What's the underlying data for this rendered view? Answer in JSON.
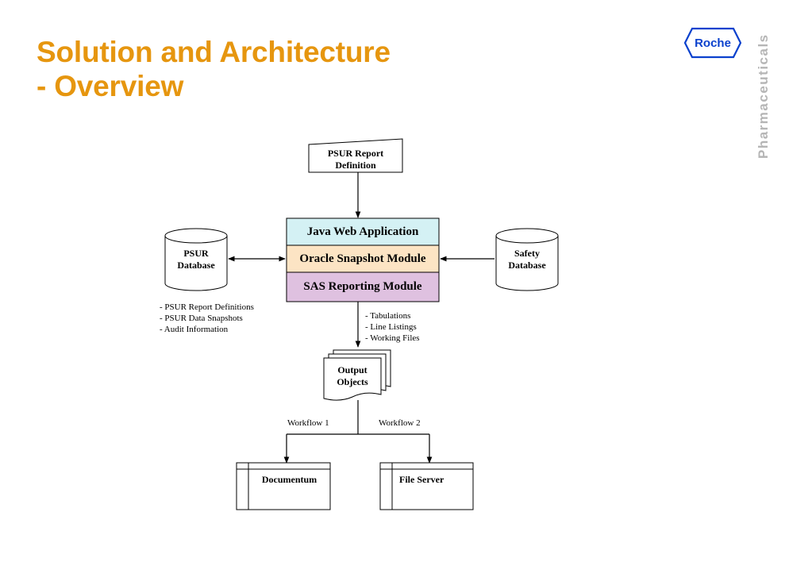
{
  "slide": {
    "title_line1": "Solution and Architecture",
    "title_line2": "- Overview"
  },
  "brand": {
    "logo_text": "Roche",
    "vertical_text": "Pharmaceuticals",
    "accent_color": "#E6960F",
    "logo_color": "#0B41CD"
  },
  "diagram": {
    "report_definition": [
      "PSUR Report",
      "Definition"
    ],
    "modules": [
      {
        "label": "Java Web Application",
        "color": "#D4F1F4"
      },
      {
        "label": "Oracle Snapshot Module",
        "color": "#FCE4C4"
      },
      {
        "label": "SAS Reporting Module",
        "color": "#DFC1E0"
      }
    ],
    "psur_db": [
      "PSUR",
      "Database"
    ],
    "safety_db": [
      "Safety",
      "Database"
    ],
    "psur_db_notes": [
      "- PSUR Report Definitions",
      "- PSUR Data Snapshots",
      "- Audit Information"
    ],
    "output_notes": [
      "- Tabulations",
      "- Line Listings",
      "- Working Files"
    ],
    "output_objects": [
      "Output",
      "Objects"
    ],
    "workflow1": "Workflow 1",
    "workflow2": "Workflow 2",
    "documentum": "Documentum",
    "file_server": "File Server"
  }
}
